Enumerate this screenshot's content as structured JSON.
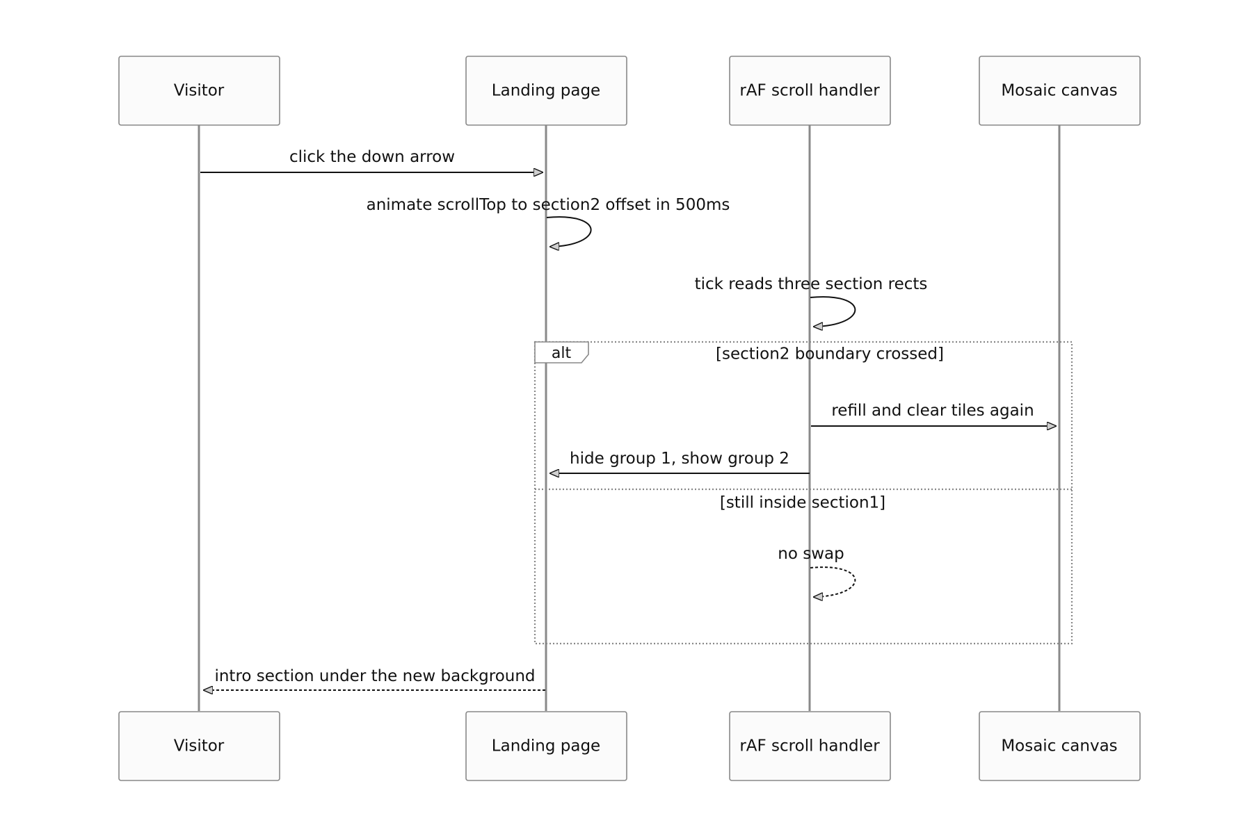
{
  "actors": [
    {
      "id": "visitor",
      "label": "Visitor"
    },
    {
      "id": "landing",
      "label": "Landing page"
    },
    {
      "id": "raf",
      "label": "rAF scroll handler"
    },
    {
      "id": "mosaic",
      "label": "Mosaic canvas"
    }
  ],
  "messages": {
    "m1": "click the down arrow",
    "m2": "animate scrollTop to section2 offset in 500ms",
    "m3": "tick reads three section rects",
    "m4": "refill and clear tiles again",
    "m5": "hide group 1, show group 2",
    "m6": "no swap",
    "m7": "intro section under the new background"
  },
  "alt_frame": {
    "keyword": "alt",
    "condition_1": "[section2 boundary crossed]",
    "condition_2": "[still inside section1]"
  }
}
